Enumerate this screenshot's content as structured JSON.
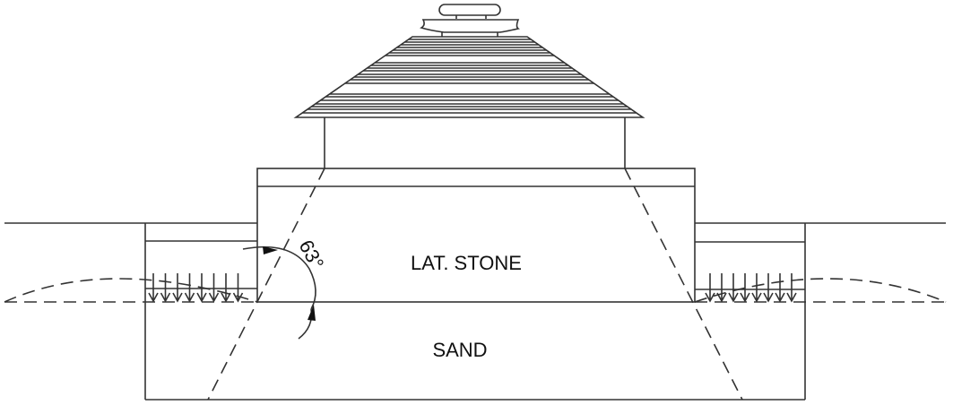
{
  "labels": {
    "upper_layer": "LAT. STONE",
    "lower_layer": "SAND",
    "angle": "63°"
  },
  "angle_degrees": 63,
  "line_color": "#333333"
}
